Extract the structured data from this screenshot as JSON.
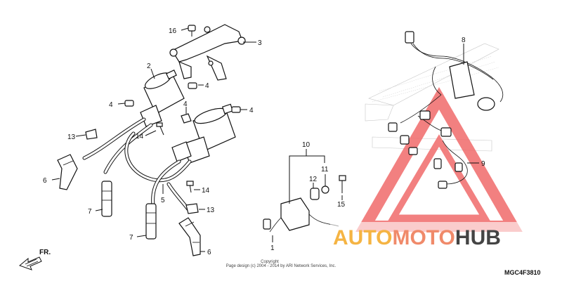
{
  "diagram": {
    "callouts": {
      "c16": "16",
      "c3": "3",
      "c2": "2",
      "c4a": "4",
      "c4b": "4",
      "c4c": "4",
      "c4d": "4",
      "c13a": "13",
      "c13b": "13",
      "c14a": "14",
      "c14b": "14",
      "c6a": "6",
      "c6b": "6",
      "c7a": "7",
      "c7b": "7",
      "c5": "5",
      "c10": "10",
      "c12": "12",
      "c11": "11",
      "c15": "15",
      "c1": "1",
      "c8": "8",
      "c9": "9"
    },
    "front_marker": "FR.",
    "copyright_line1": "Copyright",
    "copyright_line2": "Page design (c) 2004 - 2014 by ARI Network Services, Inc.",
    "diagram_code": "MGC4F3810"
  },
  "watermark": {
    "brand_part1": "AUTO",
    "brand_part2": "MOTO",
    "brand_part3": "HUB",
    "colors": {
      "triangle": "#f06a6a",
      "auto": "#f5b443",
      "moto": "#f08a6a",
      "hub": "#444444"
    }
  }
}
